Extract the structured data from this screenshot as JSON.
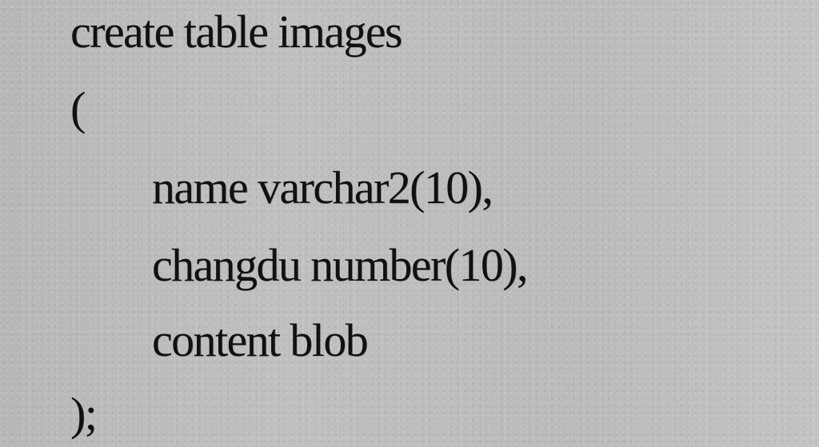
{
  "document": {
    "lines": [
      "create table images",
      "(",
      "name varchar2(10),",
      "changdu number(10),",
      "content blob",
      ");"
    ]
  }
}
